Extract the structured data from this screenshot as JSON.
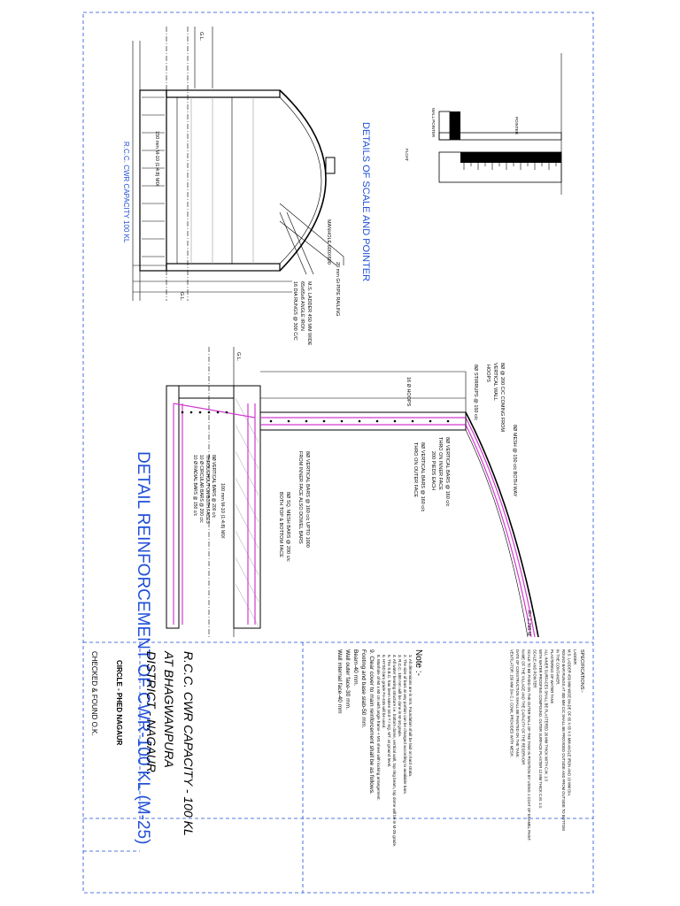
{
  "drawing_title": "DETAIL REINFORCEMENT OF CWR-100 KL (M-25)",
  "section_caption": "R.C.C. CWR CAPACITY 100 KL",
  "scale_caption": "DETAILS OF SCALE AND POINTER",
  "project": {
    "line1": "R.C.C. CWR CAPACITY - 100 KL",
    "line2": "AT BHAGWANPURA",
    "line3": "DISTRICT - NAGAUR."
  },
  "circle_label": "CIRCLE - PHED NAGAUR",
  "checked_label": "CHECKED & FOUND O.K.",
  "notes": {
    "heading": "Note :-",
    "items": [
      "1. All dimensions are in mm. Foundation shall be laid on hard strata.",
      "2. The size of bars at any portion can be changed according to available bars.",
      "3. R.C.C. 100 mm will be done in M-10 grade.",
      "4. All water bearing structure i.e. bottom dome, vertical wall, top ring beam, top dome will be in M-25 grade.",
      "5. The S.B.C. has been taken 10.0 T / SQ. MT. at ground level.",
      "6. HYSD bars grade Fe-415 will be used.",
      "8. Manhole of 60 x 60 cm with angle frame + MS sheet with locking arrangement.",
      "9. Clear cover to main reinforcement shall be as follows.",
      "Footing and base slab-50 mm.",
      "Beam-40 mm.",
      "Wall outer face-30 mm.",
      "Wall internal face-40 mm"
    ]
  },
  "specifications": {
    "heading": "SPECIFICATIONS:-",
    "lines": [
      "LADDER",
      "M.S. LADDER 450 MM WIDE MADE OF 65 X 65 X 6 MM ANGLE IRON AND 16 MM DIA.",
      "ROUND BAR RUNGS AT 300 MM C/C SHALL BE PROVIDED OUTSIDE AND FROM OUTSIDE TO BOTTOM",
      "IN THE CONTAINER.",
      "PLASTERING OF WATER TANK",
      "ALL INNER SURFACES SHALL BE PLASTERED 20 MM THICK WITH C.M. 1:3",
      "WITH WATER PROOFING COMPOUND. OUTER SURFACE PLASTER 12 MM THICK C.M. 1:4.",
      "SCALE AND POINTER",
      "SCALE TO BE FIXED ON THE OUTER WALL OF THE TANK IN POSITION BY USING 1 COAT OF ENAMEL PAINT.",
      "NAME OF THE VILLAGE AND THE CAPACITY OF THE RESERVOIR",
      "DATE OF CONSTRUCTION SHALL BE PAINTED ON THE TANK.",
      "VENTILATOR: 150 MM DIA C.I. COWL PROVIDED WITH MESH."
    ]
  },
  "labels": {
    "gl_top": "G.L.",
    "gl_bottom": "G.L.",
    "gl_detail": "G.L.",
    "mix_150": "150 mm M-10 (1:4:8) MIX",
    "manhole": "MANHOLE 600X600",
    "railing": "20 mm Gi PIPE RAILING",
    "ladder_1": "M.S. LADDER 450 MM WIDE",
    "ladder_2": "65x65x6 ANGLE IRON",
    "ladder_3": "16 DIA RUNGS @ 300 C/C",
    "dome_mesh": "8Ø MESH @ 150 c/c BOTH WAY",
    "dome_radius": "R= 2.795 M",
    "ring_beam_1": "8Ø @ 200 C/C COMING FROM",
    "ring_beam_2": "VERTICAL WALL",
    "hoops_top": "HOOPS",
    "stirrups": "8Ø STIRRUPS @ 150 c/c",
    "hoops_16": "16 Ø HOOPS",
    "vertical_bars_1": "8Ø VERTICAL BARS @ 160 c/c",
    "vertical_bars_2": "THRO ON INNER FACE",
    "hoops_200": "200 PIEDS EACH",
    "vertical_bars_3": "8Ø VERTICAL BARS @ 160 c/c",
    "vertical_bars_4": "THRO ON OUTER FACE",
    "base_bars_1": "8Ø VERTICAL BARS @ 160 c/c UPTO 1000",
    "base_bars_2": "FROM INNER FACE ALSO DOWEL BARS",
    "mesh_200": "8Ø SQ. MESH BARS @ 200 c/c",
    "mesh_200_b": "BOTH TOP & BOTTOM FACE",
    "mix_100": "100 mm M-10 (1:4:8) MIX",
    "radial_1": "8Ø VERTICAL BARS @ 200 c/c",
    "radial_2": "THROUGHOUT ON BOTH FACES",
    "radial_3": "10 Ø CIRCULAR BARS @ 200 c/c",
    "radial_4": "10 Ø RADIAL BARS @ 150 c/c",
    "wall_pointer": "WALL POINTER",
    "pointer": "POINTER",
    "float": "FLOAT"
  },
  "colors": {
    "title_blue": "#1f4fd8",
    "frame_blue": "#1f4fd8",
    "rebar_magenta": "#d23bd2"
  }
}
